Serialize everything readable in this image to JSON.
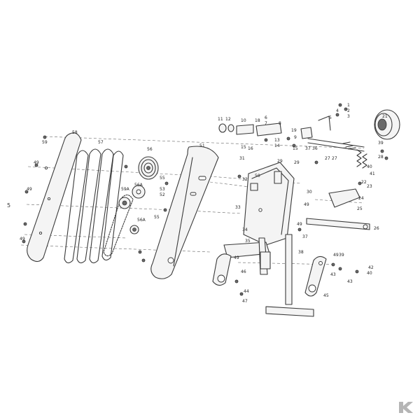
{
  "diagram": {
    "side_label": "5",
    "callouts": {
      "c1": "1",
      "c2": "2",
      "c3": "3",
      "c4": "4",
      "c5": "5",
      "c6": "6",
      "c7": "7",
      "c8": "8",
      "c9": "9",
      "c10": "10",
      "c11": "11",
      "c12": "12",
      "c13": "13",
      "c14": "14",
      "c15": "15",
      "c16": "16",
      "c18": "18",
      "c19": "19",
      "c21": "21",
      "c22": "22",
      "c23": "23",
      "c24": "24",
      "c25": "25",
      "c26": "26",
      "c27": "27",
      "c28": "28",
      "c29": "29",
      "c30": "30",
      "c31": "31",
      "c32": "32",
      "c33": "33",
      "c34": "34",
      "c35": "35",
      "c36": "36",
      "c37": "37",
      "c38": "38",
      "c39": "39",
      "c40": "40",
      "c41": "41",
      "c42": "42",
      "c43": "43",
      "c44": "44",
      "c45": "45",
      "c46": "46",
      "c47": "47",
      "c49": "49",
      "c50": "50",
      "c51": "51",
      "c52": "52",
      "c53": "53",
      "c55": "55",
      "c56": "56",
      "c56A": "56A",
      "c57": "57",
      "c58": "58",
      "c59": "59",
      "c59A": "59A"
    }
  },
  "watermark": {
    "color": "#b5b5b5"
  }
}
